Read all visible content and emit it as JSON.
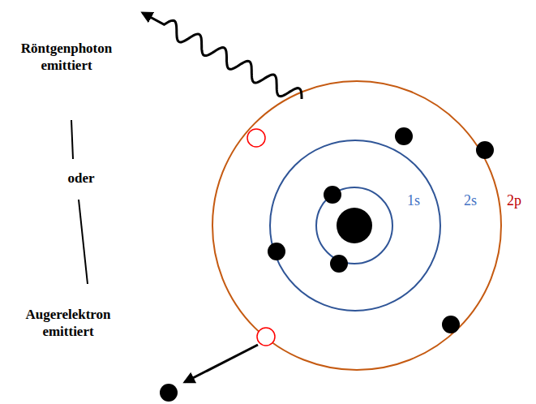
{
  "diagram": {
    "labels": [
      "Röntgenphoton emittiert",
      "oder",
      "Augerelektron emittiert",
      "1s",
      "2s",
      "2p"
    ]
  }
}
